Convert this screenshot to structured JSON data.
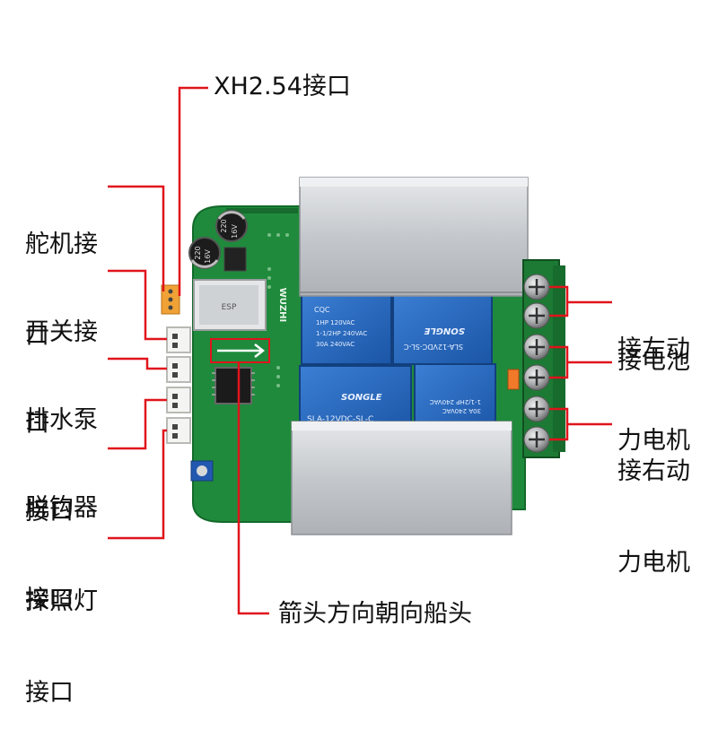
{
  "labels": {
    "xh_port": "XH2.54接口",
    "servo_port": [
      "舵机接",
      "口"
    ],
    "switch_port": [
      "开关接",
      "口"
    ],
    "pump_port": [
      "排水泵",
      "接口"
    ],
    "hook_port": [
      "脱钩器",
      "接口"
    ],
    "lamp_port": [
      "探照灯",
      "接口"
    ],
    "left_motor": [
      "接左动",
      "力电机"
    ],
    "battery": "接电池",
    "right_motor": [
      "接右动",
      "力电机"
    ],
    "arrow_note": "箭头方向朝向船头"
  },
  "board_markings": {
    "brand": "WUZHI",
    "relay_brand": "SONGLE",
    "relay_model": "SLA-12VDC-SL-C",
    "relay_rating_1": "1HP 120VAC",
    "relay_rating_2": "1-1/2HP 240VAC",
    "relay_rating_3": "30A 240VAC",
    "cap_value": "220",
    "cap_voltage": "16V",
    "cqc": "CQC"
  },
  "colors": {
    "leader_line": "#e0141c",
    "pcb": "#1f8a3c",
    "relay": "#1f62b8",
    "heatsink": "#c9ccd0"
  }
}
